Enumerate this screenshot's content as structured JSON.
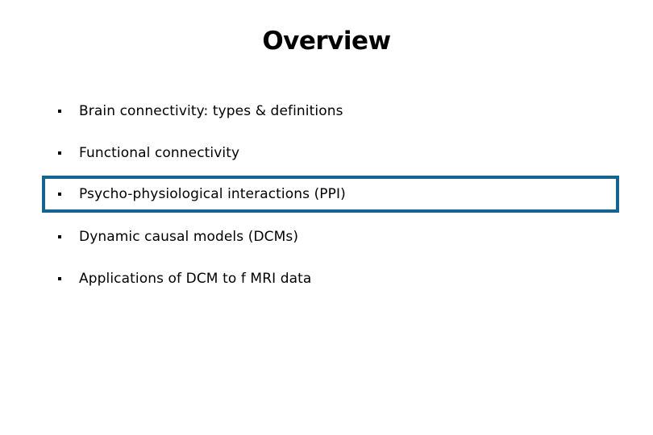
{
  "slide": {
    "title": "Overview",
    "background_color": "#ffffff",
    "text_color": "#000000",
    "highlight_color": "#15638f",
    "bullets": [
      {
        "label": "Brain connectivity: types & definitions",
        "highlighted": false
      },
      {
        "label": "Functional connectivity",
        "highlighted": false
      },
      {
        "label": "Psycho-physiological interactions (PPI)",
        "highlighted": true
      },
      {
        "label": "Dynamic causal models (DCMs)",
        "highlighted": false
      },
      {
        "label": "Applications of DCM to f MRI data",
        "highlighted": false
      }
    ]
  }
}
